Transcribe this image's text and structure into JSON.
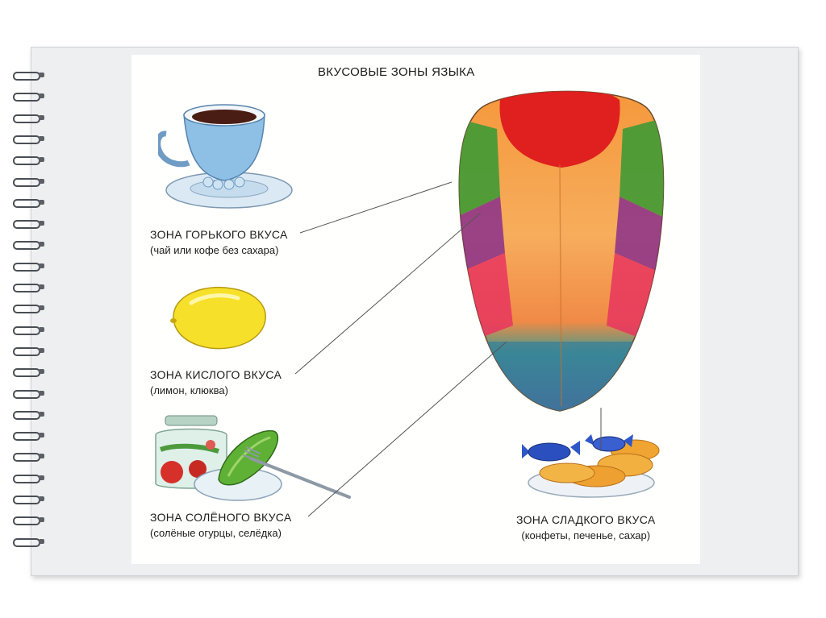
{
  "title": "ВКУСОВЫЕ ЗОНЫ ЯЗЫКА",
  "zones": [
    {
      "heading": "ЗОНА ГОРЬКОГО ВКУСА",
      "examples": "(чай или кофе без сахара)",
      "color": "#3f9a35"
    },
    {
      "heading": "ЗОНА КИСЛОГО ВКУСА",
      "examples": "(лимон, клюква)",
      "color": "#8a2f8c"
    },
    {
      "heading": "ЗОНА СОЛЁНОГО ВКУСА",
      "examples": "(солёные огурцы, селёдка)",
      "color": "#e8355f"
    },
    {
      "heading": "ЗОНА СЛАДКОГО ВКУСА",
      "examples": "(конфеты, печенье, сахар)",
      "color": "#2a8a8c"
    }
  ],
  "icons": [
    "teacup-icon",
    "lemon-icon",
    "pickle-jar-icon",
    "cucumber-plate-icon",
    "candy-plate-icon",
    "tongue-illustration"
  ],
  "colors": {
    "tip_red": "#e01f1f",
    "orange_body": "#f6a14e"
  }
}
